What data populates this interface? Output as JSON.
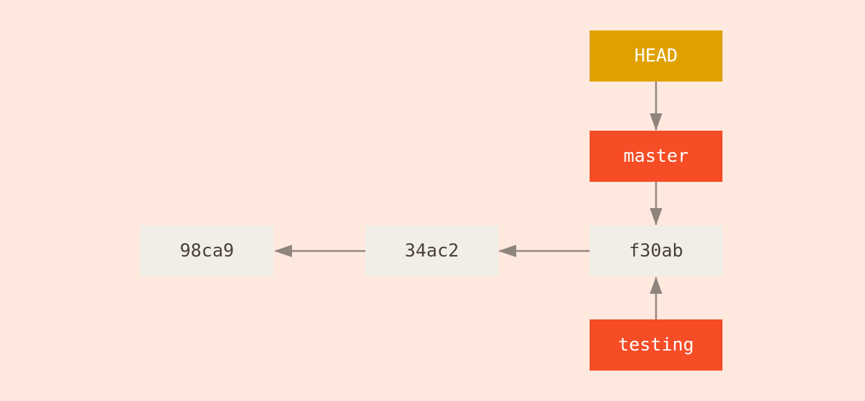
{
  "commits": [
    {
      "id": "98ca9"
    },
    {
      "id": "34ac2"
    },
    {
      "id": "f30ab"
    }
  ],
  "refs": {
    "head": "HEAD",
    "master": "master",
    "testing": "testing"
  },
  "colors": {
    "background": "#ffe9df",
    "commit_fill": "#f0eee7",
    "commit_text": "#4a4039",
    "branch_fill": "#f64d27",
    "head_fill": "#dfa100",
    "arrow": "#8e857d"
  }
}
